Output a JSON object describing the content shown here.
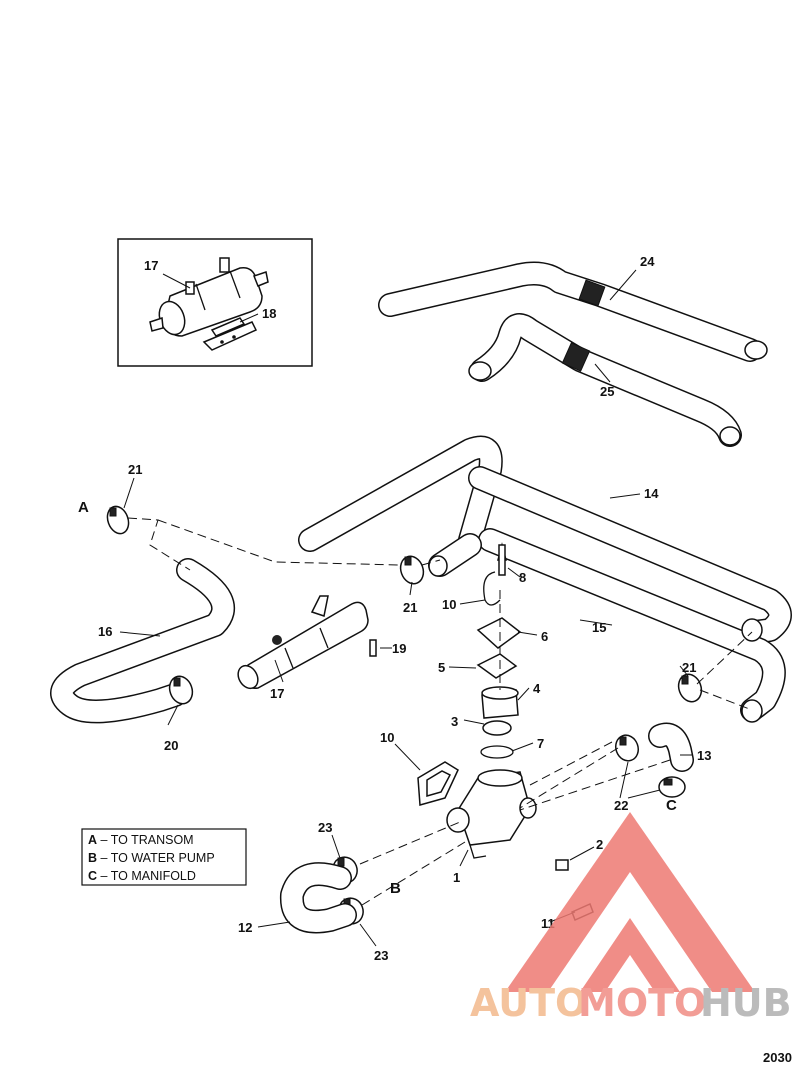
{
  "callouts": {
    "c1": "1",
    "c2": "2",
    "c3": "3",
    "c4": "4",
    "c5": "5",
    "c6": "6",
    "c7": "7",
    "c8": "8",
    "c10a": "10",
    "c10b": "10",
    "c11": "11",
    "c12": "12",
    "c13": "13",
    "c14": "14",
    "c15": "15",
    "c16": "16",
    "c17a": "17",
    "c17b": "17",
    "c18": "18",
    "c19": "19",
    "c20": "20",
    "c21a": "21",
    "c21b": "21",
    "c21c": "21",
    "c22": "22",
    "c23a": "23",
    "c23b": "23",
    "c24": "24",
    "c25": "25"
  },
  "connection_letters": {
    "a": "A",
    "b": "B",
    "c": "C"
  },
  "legend": [
    {
      "key": "A",
      "text": "– TO TRANSOM"
    },
    {
      "key": "B",
      "text": "– TO WATER PUMP"
    },
    {
      "key": "C",
      "text": "– TO MANIFOLD"
    }
  ],
  "figure_number": "2030",
  "watermark": {
    "part1": "AUTO",
    "part2": "MOTO",
    "part3": "HUB",
    "color_auto": "#f3b98d",
    "color_moto": "#f08d84",
    "color_hub": "#b0b0b0",
    "logo_color": "#e8504a"
  }
}
